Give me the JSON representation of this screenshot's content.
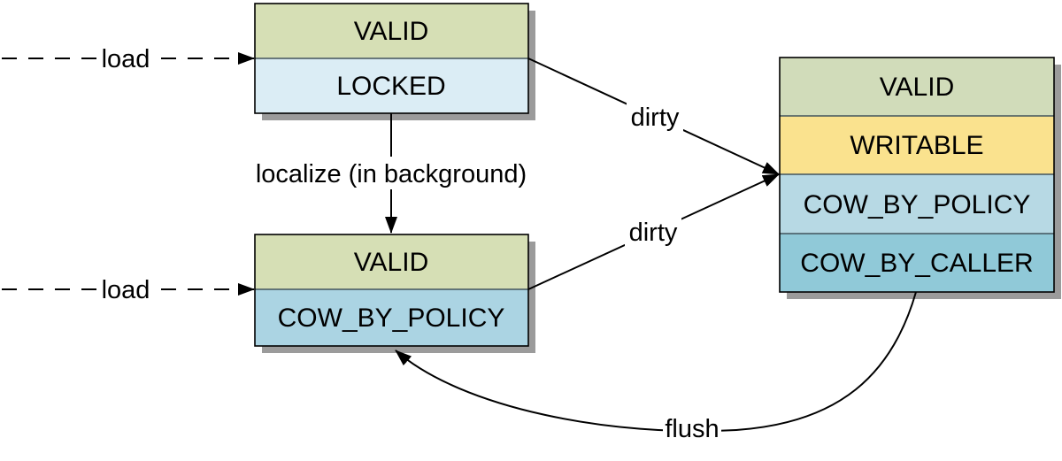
{
  "diagram": {
    "title": "page state transition diagram",
    "background_color": "#ffffff",
    "line_color": "#000000",
    "border_color": "#000000",
    "divider_color": "#42545c",
    "shadow_color": "#9b9b9b",
    "text_color": "#000000"
  },
  "nodes": {
    "valid_locked": {
      "rows": [
        {
          "label": "VALID",
          "color": "#d6dfb5"
        },
        {
          "label": "LOCKED",
          "color": "#dbedf5"
        }
      ]
    },
    "valid_cow_by_policy": {
      "rows": [
        {
          "label": "VALID",
          "color": "#d6dfb5"
        },
        {
          "label": "COW_BY_POLICY",
          "color": "#abd4e3"
        }
      ]
    },
    "valid_writable_cow": {
      "rows": [
        {
          "label": "VALID",
          "color": "#d1dcba"
        },
        {
          "label": "WRITABLE",
          "color": "#fae28e"
        },
        {
          "label": "COW_BY_POLICY",
          "color": "#b7d9e4"
        },
        {
          "label": "COW_BY_CALLER",
          "color": "#90c9d8"
        }
      ]
    }
  },
  "edges": {
    "load_top": {
      "label": "load"
    },
    "load_bottom": {
      "label": "load"
    },
    "localize": {
      "label": "localize (in background)"
    },
    "dirty_from_locked": {
      "label": "dirty"
    },
    "dirty_from_cow": {
      "label": "dirty"
    },
    "flush": {
      "label": "flush"
    }
  }
}
